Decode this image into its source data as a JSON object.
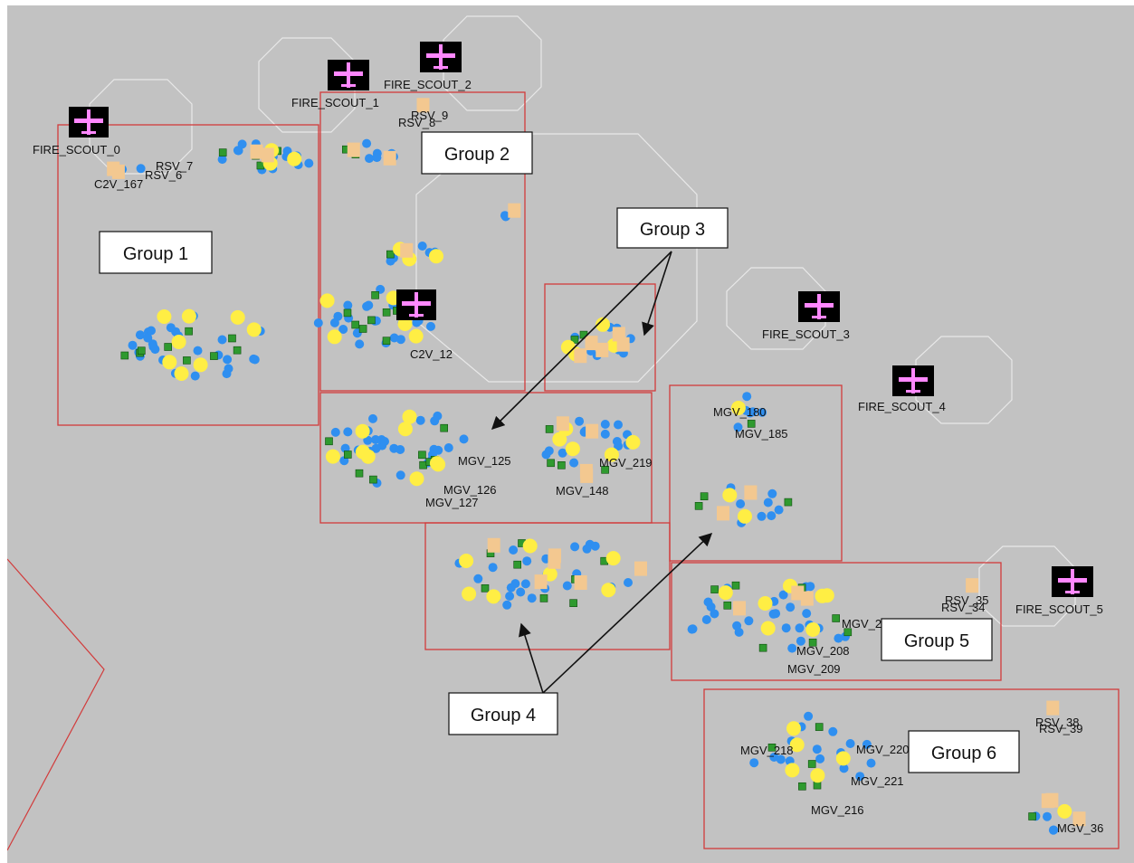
{
  "groups": [
    {
      "label": "Group 1"
    },
    {
      "label": "Group 2"
    },
    {
      "label": "Group 3"
    },
    {
      "label": "Group 4"
    },
    {
      "label": "Group 5"
    },
    {
      "label": "Group 6"
    }
  ],
  "scouts": [
    {
      "label": "FIRE_SCOUT_0"
    },
    {
      "label": "FIRE_SCOUT_1"
    },
    {
      "label": "FIRE_SCOUT_2"
    },
    {
      "label": "FIRE_SCOUT_3"
    },
    {
      "label": "FIRE_SCOUT_4"
    },
    {
      "label": "FIRE_SCOUT_5"
    }
  ],
  "unit_labels": [
    "RSV_7",
    "RSV_6",
    "RSV_9",
    "RSV_8",
    "RSV_35",
    "RSV_34",
    "RSV_38",
    "RSV_39",
    "C2V_12",
    "C2V_167",
    "MGV_125",
    "MGV_126",
    "MGV_127",
    "MGV_148",
    "MGV_219",
    "MGV_180",
    "MGV_185",
    "MGV_207",
    "MGV_208",
    "MGV_209",
    "MGV_220",
    "MGV_221",
    "MGV_216",
    "MGV_218",
    "MGV_36"
  ],
  "colors": {
    "background": "#c2c2c2",
    "group_box": "#d23b3b",
    "range_ring": "#e6e6e6",
    "scout_icon": "#ff88ff",
    "mgv_blue": "#2f8ff0",
    "yellow_marker": "#ffee44",
    "green_marker": "#2f9a2f",
    "rsv_tag": "#f3c890"
  }
}
